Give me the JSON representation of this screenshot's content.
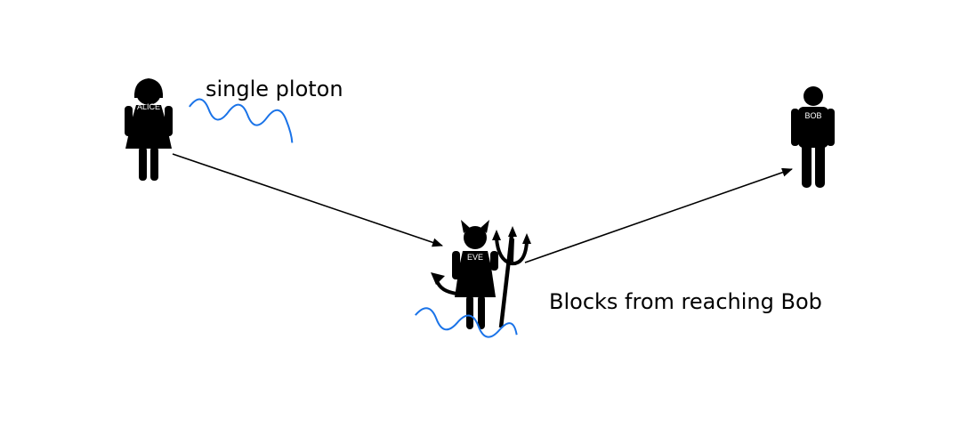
{
  "figures": {
    "alice": {
      "name": "ALICE"
    },
    "eve": {
      "name": "EVE"
    },
    "bob": {
      "name": "BOB"
    }
  },
  "captions": {
    "photon": "single ploton",
    "block": "Blocks from reaching Bob"
  },
  "colors": {
    "figure": "#000000",
    "wave": "#1a73e8",
    "arrow": "#000000",
    "background": "#ffffff"
  }
}
